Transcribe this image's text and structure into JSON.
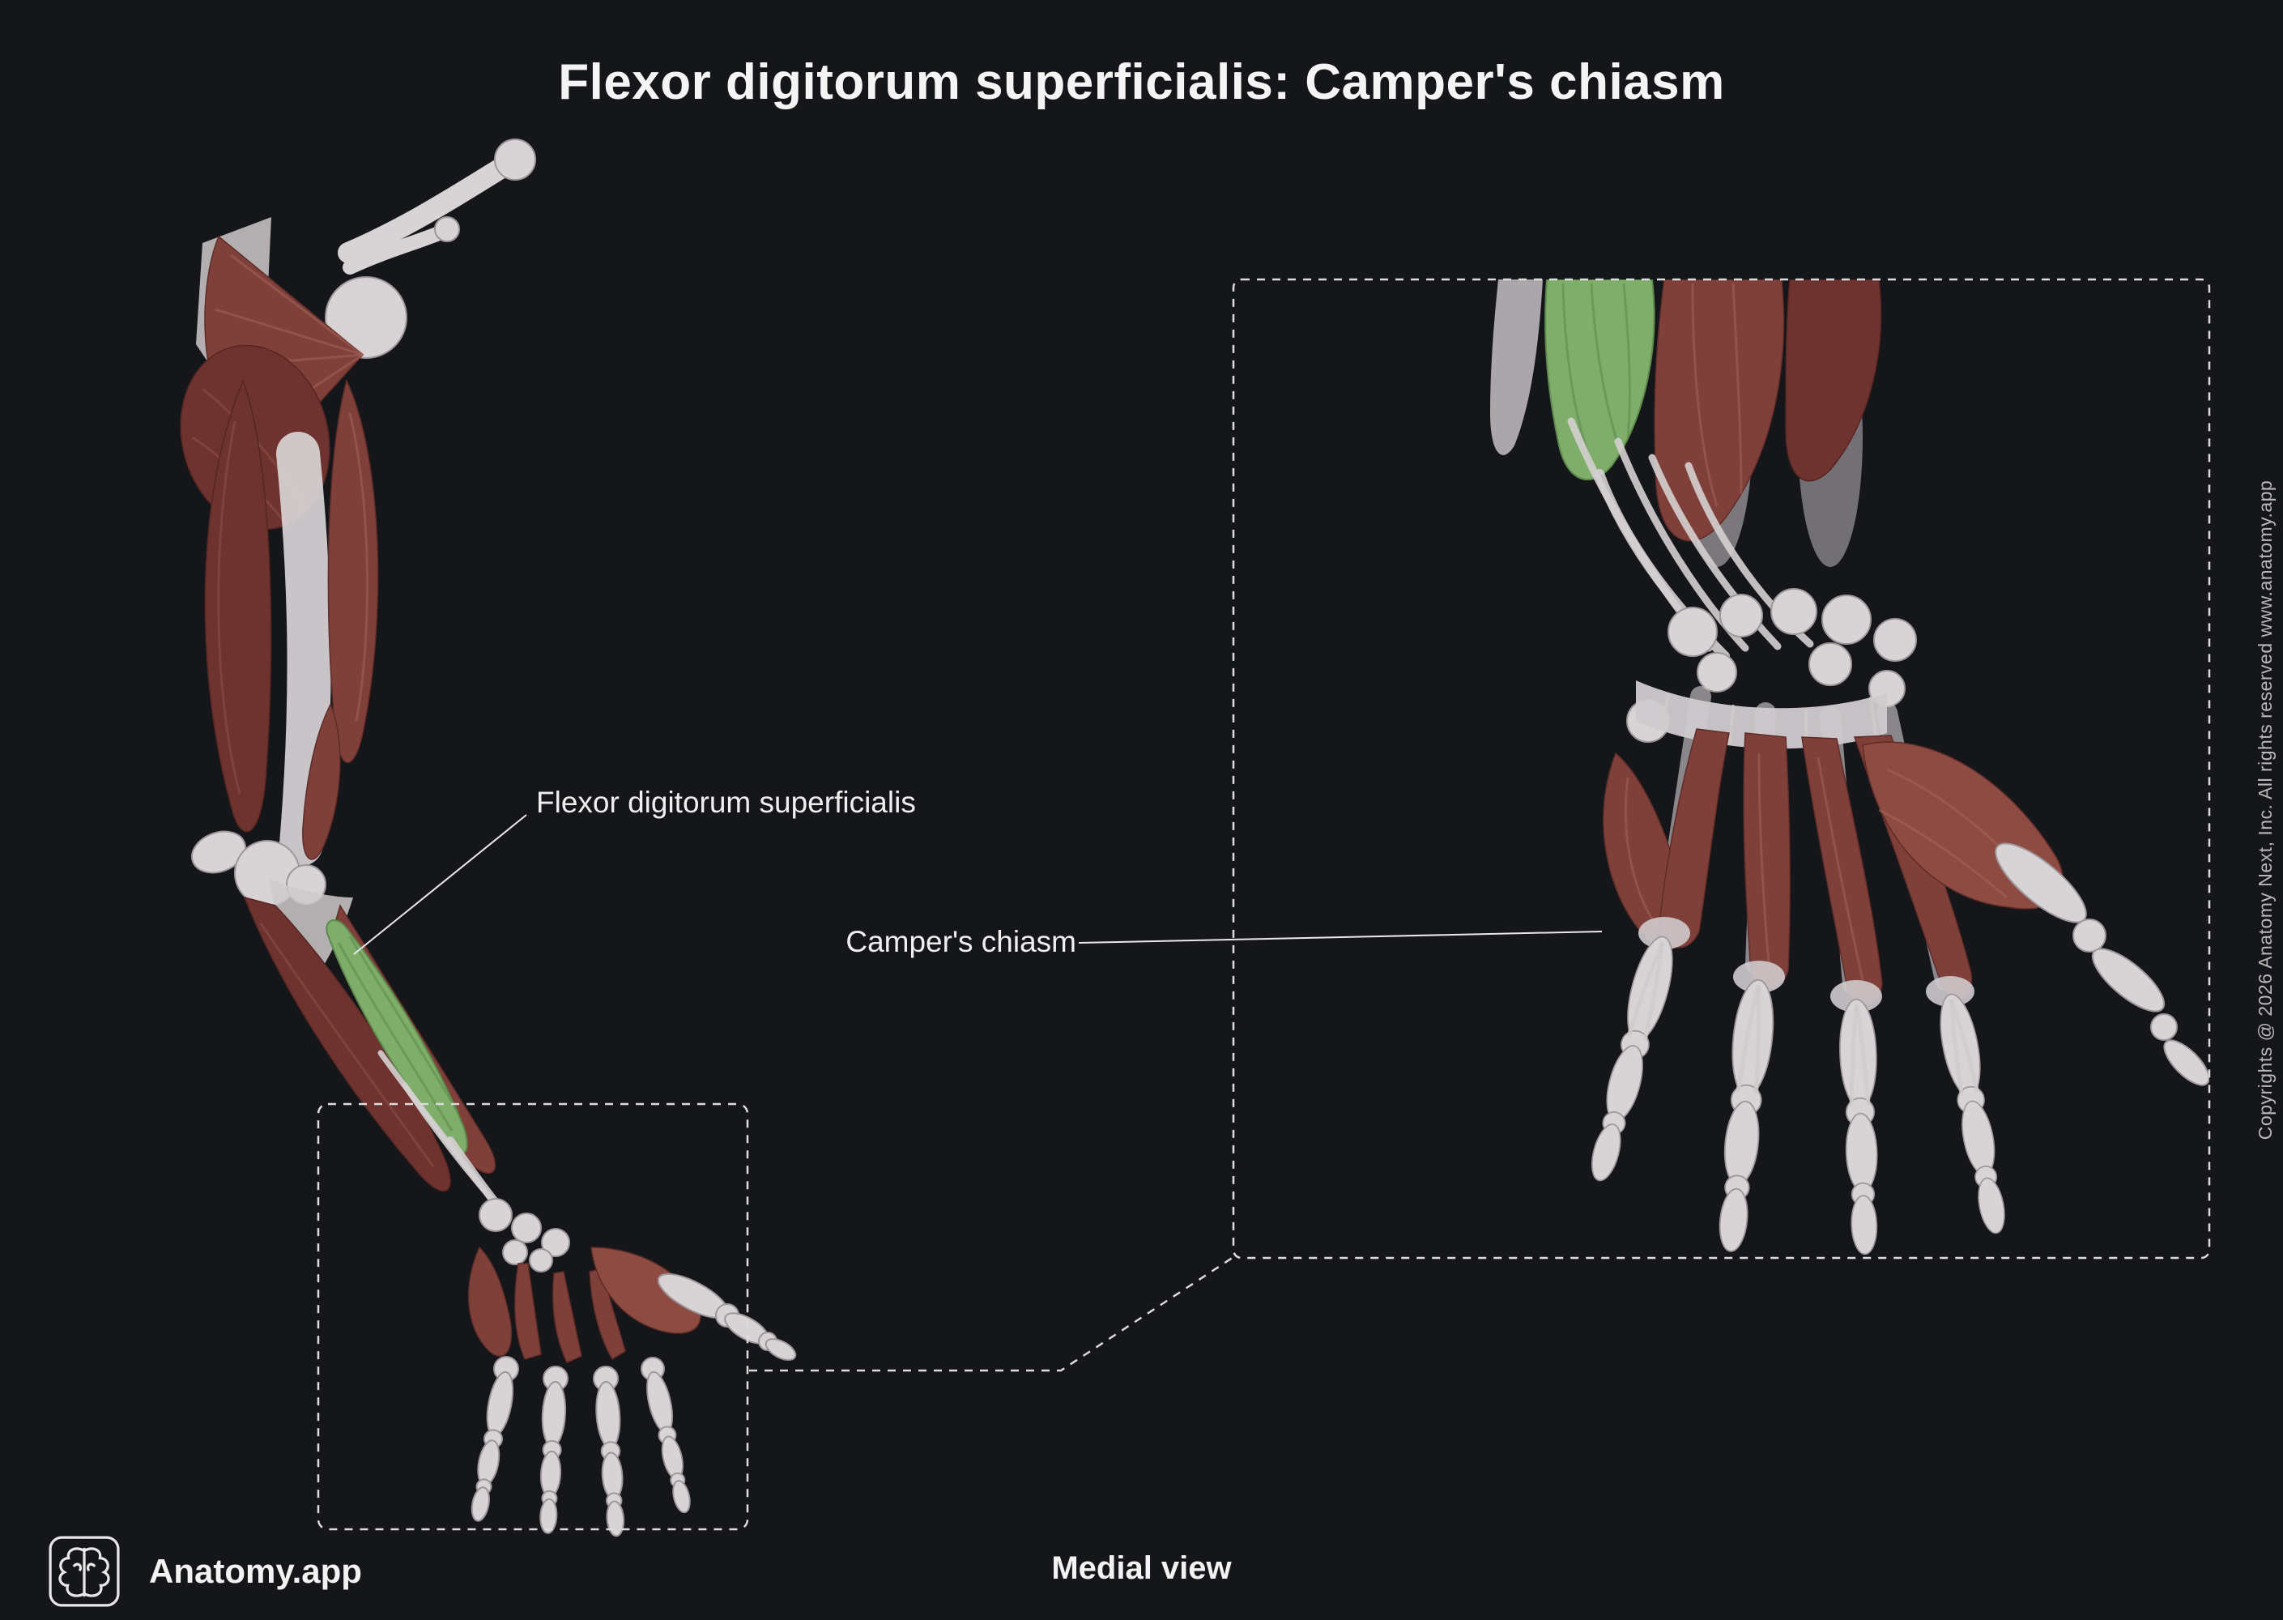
{
  "title": "Flexor digitorum superficialis: Camper's chiasm",
  "annotations": {
    "fds_label": "Flexor digitorum superficialis",
    "chiasm_label": "Camper's chiasm"
  },
  "footer": {
    "view": "Medial view",
    "brand": "Anatomy.app"
  },
  "sidebar_text": {
    "copyright": "Copyrights @ 2026 Anatomy Next, Inc. All rights reserved www.anatomy.app"
  },
  "colors": {
    "background": "#15161a",
    "text": "#f2f2f2",
    "muscle_red": "#7f4039",
    "bone": "#d8d4d6",
    "highlight_green": "#7fae6b",
    "dashed_outline": "#dcdcdc"
  }
}
